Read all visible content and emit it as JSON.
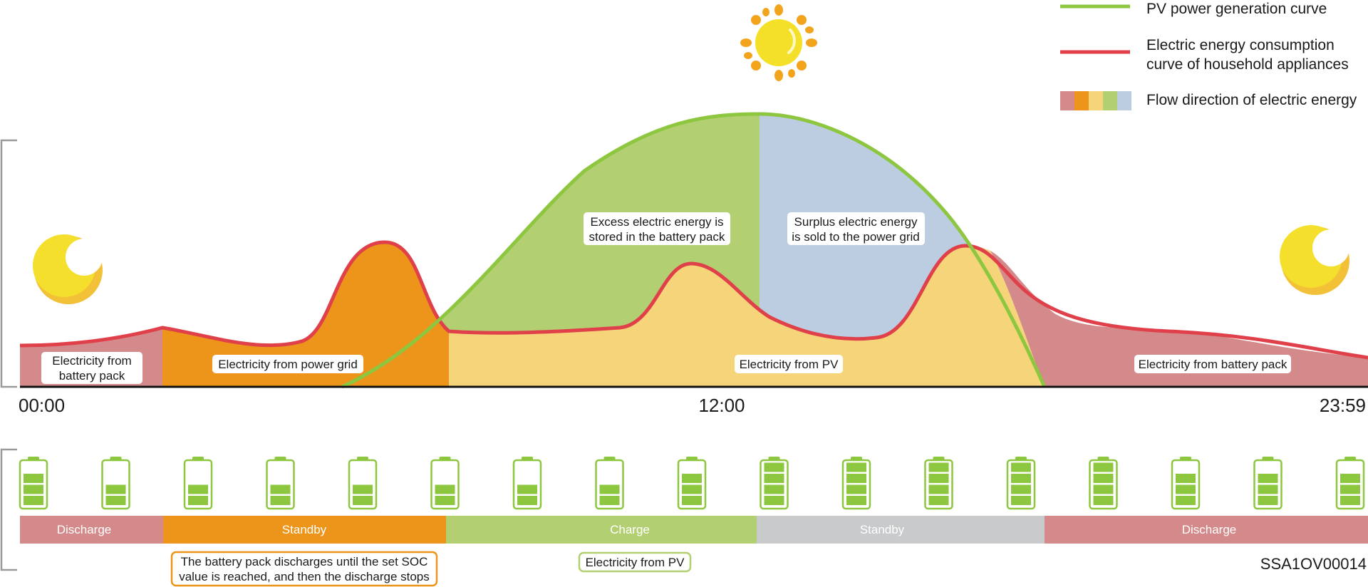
{
  "legend": {
    "pv_curve": "PV power generation curve",
    "consumption_curve_line1": "Electric energy consumption",
    "consumption_curve_line2": "curve of household appliances",
    "flow_direction": "Flow direction of electric energy",
    "colors": {
      "pv_green": "#8dc63f",
      "consumption_red": "#e0404a",
      "flow": [
        "#d48a8a",
        "#ec951a",
        "#f5d47a",
        "#b2cf72",
        "#bccde2"
      ]
    }
  },
  "region_labels": {
    "battery_left_line1": "Electricity from",
    "battery_left_line2": "battery pack",
    "power_grid": "Electricity from power grid",
    "excess_line1": "Excess electric energy is",
    "excess_line2": "stored in the battery pack",
    "surplus_line1": "Surplus electric energy",
    "surplus_line2": "is sold to the power grid",
    "pv": "Electricity from PV",
    "battery_right": "Electricity from battery pack"
  },
  "time_axis": {
    "start": "00:00",
    "mid": "12:00",
    "end": "23:59"
  },
  "battery_levels": [
    3,
    2,
    2,
    2,
    2,
    2,
    2,
    2,
    3,
    4,
    4,
    4,
    4,
    4,
    3,
    3,
    3
  ],
  "states": [
    {
      "label": "Discharge",
      "color": "#d48a8a"
    },
    {
      "label": "Standby",
      "color": "#ec951a"
    },
    {
      "label": "Charge",
      "color": "#b2cf72"
    },
    {
      "label": "Standby",
      "color": "#c9cacb"
    },
    {
      "label": "Discharge",
      "color": "#d48a8a"
    }
  ],
  "notes": {
    "soc_line1": "The battery pack discharges until the set SOC",
    "soc_line2": "value is reached, and then the discharge stops",
    "charge_source": "Electricity from PV"
  },
  "figure_code": "SSA1OV00014",
  "icons": {
    "sun": "sun-icon",
    "moon_left": "moon-icon",
    "moon_right": "moon-icon",
    "battery": "battery-icon"
  }
}
